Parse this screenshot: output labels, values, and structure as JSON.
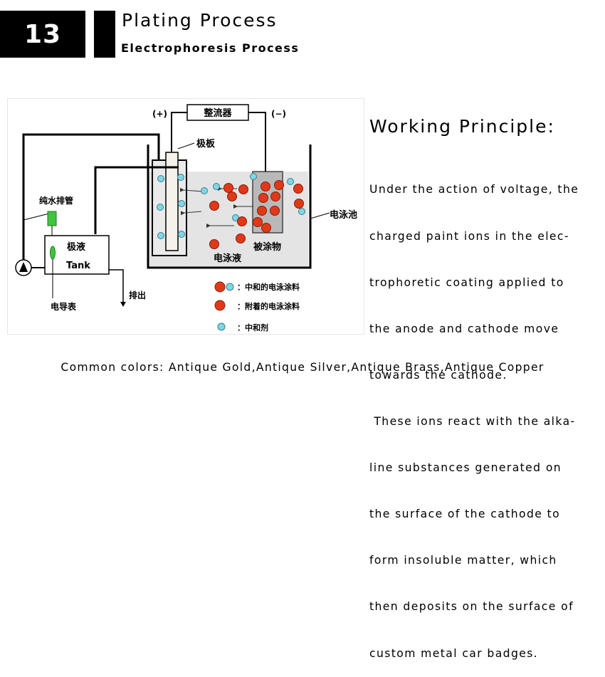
{
  "header": {
    "number": "13",
    "title": "Plating Process",
    "subtitle": "Electrophoresis Process"
  },
  "diagram": {
    "plus": "(+)",
    "minus": "(−)",
    "rectifier": "整流器",
    "plate": "极板",
    "pure_water_pipe": "纯水排管",
    "electro_tank": "电泳池",
    "anolyte": "极液",
    "tank": "Tank",
    "coated_object": "被涂物",
    "electro_liquid": "电泳液",
    "discharge": "排出",
    "conductivity_meter": "电导表",
    "legend": [
      {
        "label": "：中和的电泳涂料"
      },
      {
        "label": "：附着的电泳涂料"
      },
      {
        "label": "：中和剂"
      }
    ],
    "colors": {
      "paint_particle": "#e0391a",
      "neutralizer": "#7fd6e6",
      "liquid": "#e4e4e4",
      "green_valve": "#3fc43f"
    }
  },
  "working_principle": {
    "title": "Working Principle:",
    "lines": [
      "Under the action of voltage, the",
      "charged paint ions in the elec-",
      "trophoretic coating applied to",
      "the anode and cathode move",
      "towards the cathode.",
      " These ions react with the alka-",
      "line substances generated on",
      "the surface of the cathode to",
      "form insoluble matter, which",
      "then deposits on the surface of",
      "custom metal car badges."
    ]
  },
  "footer": "Common colors: Antique Gold,Antique Silver,Antique Brass,Antique Copper"
}
